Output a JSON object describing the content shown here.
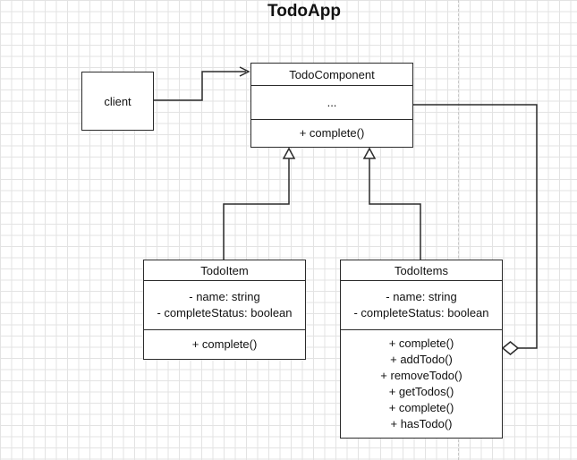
{
  "diagram": {
    "title": "TodoApp",
    "client": {
      "label": "client"
    },
    "todo_component": {
      "name": "TodoComponent",
      "attributes": [
        "..."
      ],
      "operations": [
        "+ complete()"
      ]
    },
    "todo_item": {
      "name": "TodoItem",
      "attributes": [
        "- name: string",
        "- completeStatus: boolean"
      ],
      "operations": [
        "+ complete()"
      ]
    },
    "todo_items": {
      "name": "TodoItems",
      "attributes": [
        "- name: string",
        "- completeStatus: boolean"
      ],
      "operations": [
        "+ complete()",
        "+ addTodo()",
        "+ removeTodo()",
        "+ getTodos()",
        "+ complete()",
        "+ hasTodo()"
      ]
    },
    "relations": [
      {
        "from": "client",
        "to": "TodoComponent",
        "kind": "association"
      },
      {
        "from": "TodoItem",
        "to": "TodoComponent",
        "kind": "generalization"
      },
      {
        "from": "TodoItems",
        "to": "TodoComponent",
        "kind": "generalization"
      },
      {
        "from": "TodoItems",
        "to": "TodoComponent",
        "kind": "aggregation"
      }
    ]
  }
}
